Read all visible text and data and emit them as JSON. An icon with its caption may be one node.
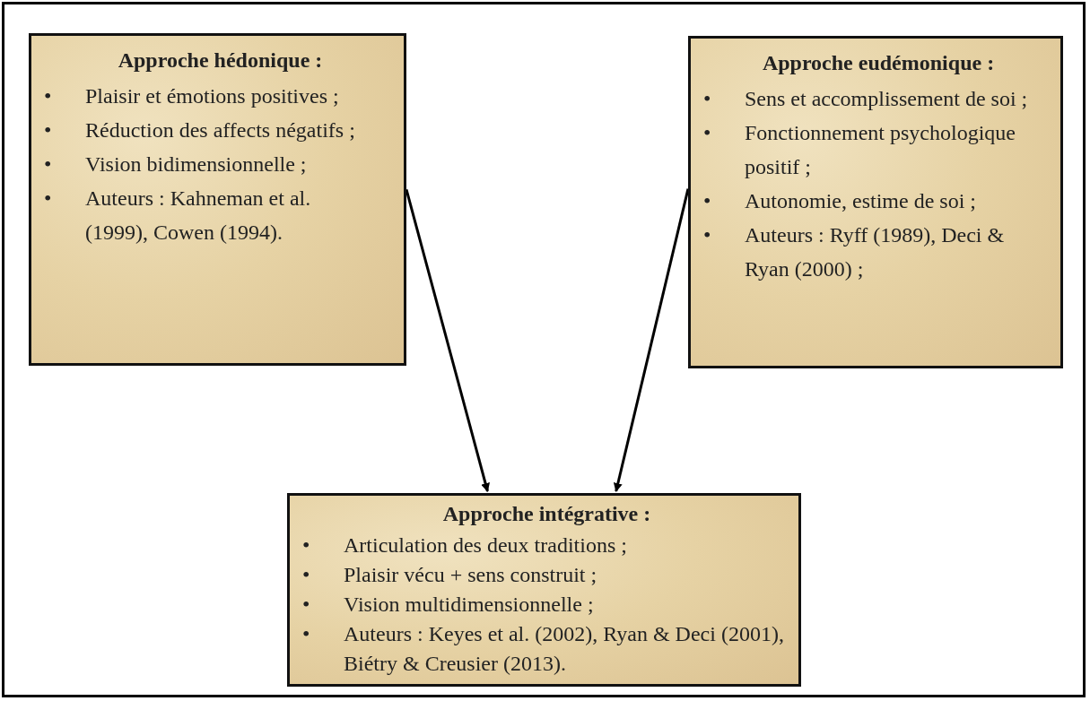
{
  "diagram": {
    "nodes": [
      {
        "text": [
          "Approche hédonique :",
          "•",
          "Plaisir et émotions positives ;",
          "•",
          "Réduction des affects négatifs ;",
          "•",
          "Vision bidimensionnelle ;",
          "•",
          "Auteurs : Kahneman et al. (1999), Cowen (1994)."
        ]
      },
      {
        "text": [
          "Approche eudémonique :",
          "•",
          "Sens et accomplissement de soi ;",
          "•",
          "Fonctionnement psychologique positif ;",
          "•",
          "Autonomie, estime de soi ;",
          "•",
          "Auteurs : Ryff (1989), Deci & Ryan (2000) ;"
        ]
      },
      {
        "text": [
          "Approche intégrative :",
          "•",
          "Articulation des deux traditions ;",
          "•",
          "Plaisir vécu + sens construit ;",
          "•",
          "Vision multidimensionnelle ;",
          "•",
          "Auteurs : Keyes et al. (2002), Ryan & Deci (2001), Biétry & Creusier (2013)."
        ]
      }
    ],
    "edges": [
      {
        "from": 0,
        "to": 2,
        "arrow": "to"
      },
      {
        "from": 1,
        "to": 2,
        "arrow": "to"
      }
    ]
  }
}
